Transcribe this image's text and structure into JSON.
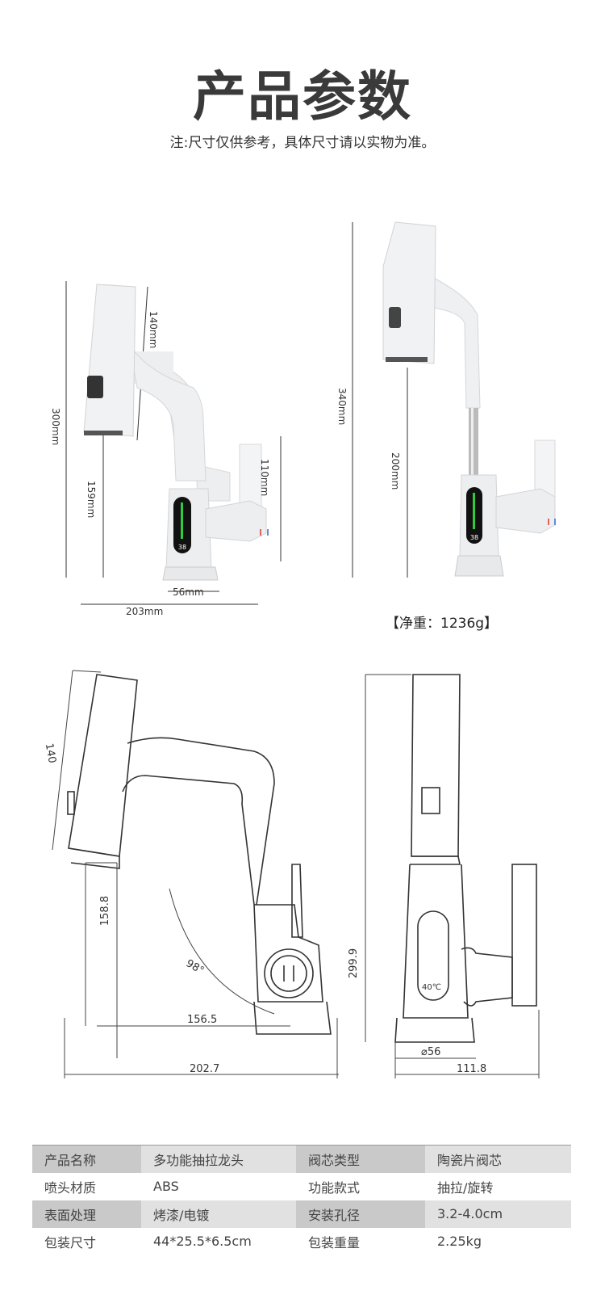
{
  "title": "产品参数",
  "note": "注:尺寸仅供参考，具体尺寸请以实物为准。",
  "photo_left": {
    "height": "300mm",
    "head": "140mm",
    "spout": "159mm",
    "handle": "110mm",
    "base": "56mm",
    "width": "203mm",
    "display": "38"
  },
  "photo_right": {
    "height": "340mm",
    "pull": "200mm",
    "display": "38"
  },
  "weight": "【净重：1236g】",
  "drawing_left": {
    "head": "140",
    "spout": "158.8",
    "angle": "98°",
    "reach": "156.5",
    "width": "202.7"
  },
  "drawing_right": {
    "height": "299.9",
    "base": "⌀56",
    "width": "111.8",
    "display": "40℃"
  },
  "specs": [
    [
      "产品名称",
      "多功能抽拉龙头",
      "阀芯类型",
      "陶瓷片阀芯"
    ],
    [
      "喷头材质",
      "ABS",
      "功能款式",
      "抽拉/旋转"
    ],
    [
      "表面处理",
      "烤漆/电镀",
      "安装孔径",
      "3.2-4.0cm"
    ],
    [
      "包装尺寸",
      "44*25.5*6.5cm",
      "包装重量",
      "2.25kg"
    ]
  ],
  "colors": {
    "accent_green": "#2ecc40",
    "hot": "#d33",
    "cold": "#36c"
  }
}
